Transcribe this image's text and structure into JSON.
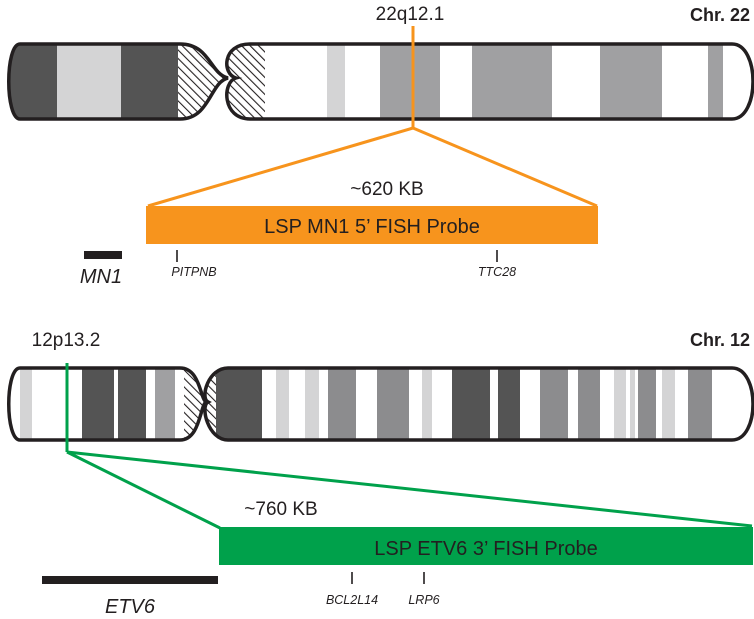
{
  "chromosomes": [
    {
      "id": "chr22",
      "label": "Chr. 22",
      "band": "22q12.1",
      "colors": {
        "dark": "#545454",
        "mid": "#a0a0a2",
        "light": "#d4d4d5",
        "white": "#ffffff"
      },
      "probe": {
        "name": "LSP MN1 5’ FISH Probe",
        "size": "~620 KB",
        "color": "#f7941d",
        "markers": [
          "PITPNB",
          "TTC28"
        ]
      },
      "gene": "MN1"
    },
    {
      "id": "chr12",
      "label": "Chr. 12",
      "band": "12p13.2",
      "colors": {
        "dark": "#545454",
        "mid": "#8c8c8e",
        "light": "#d4d4d5",
        "white": "#ffffff"
      },
      "probe": {
        "name": "LSP ETV6 3’ FISH Probe",
        "size": "~760 KB",
        "color": "#00a14b",
        "markers": [
          "BCL2L14",
          "LRP6"
        ]
      },
      "gene": "ETV6"
    }
  ]
}
